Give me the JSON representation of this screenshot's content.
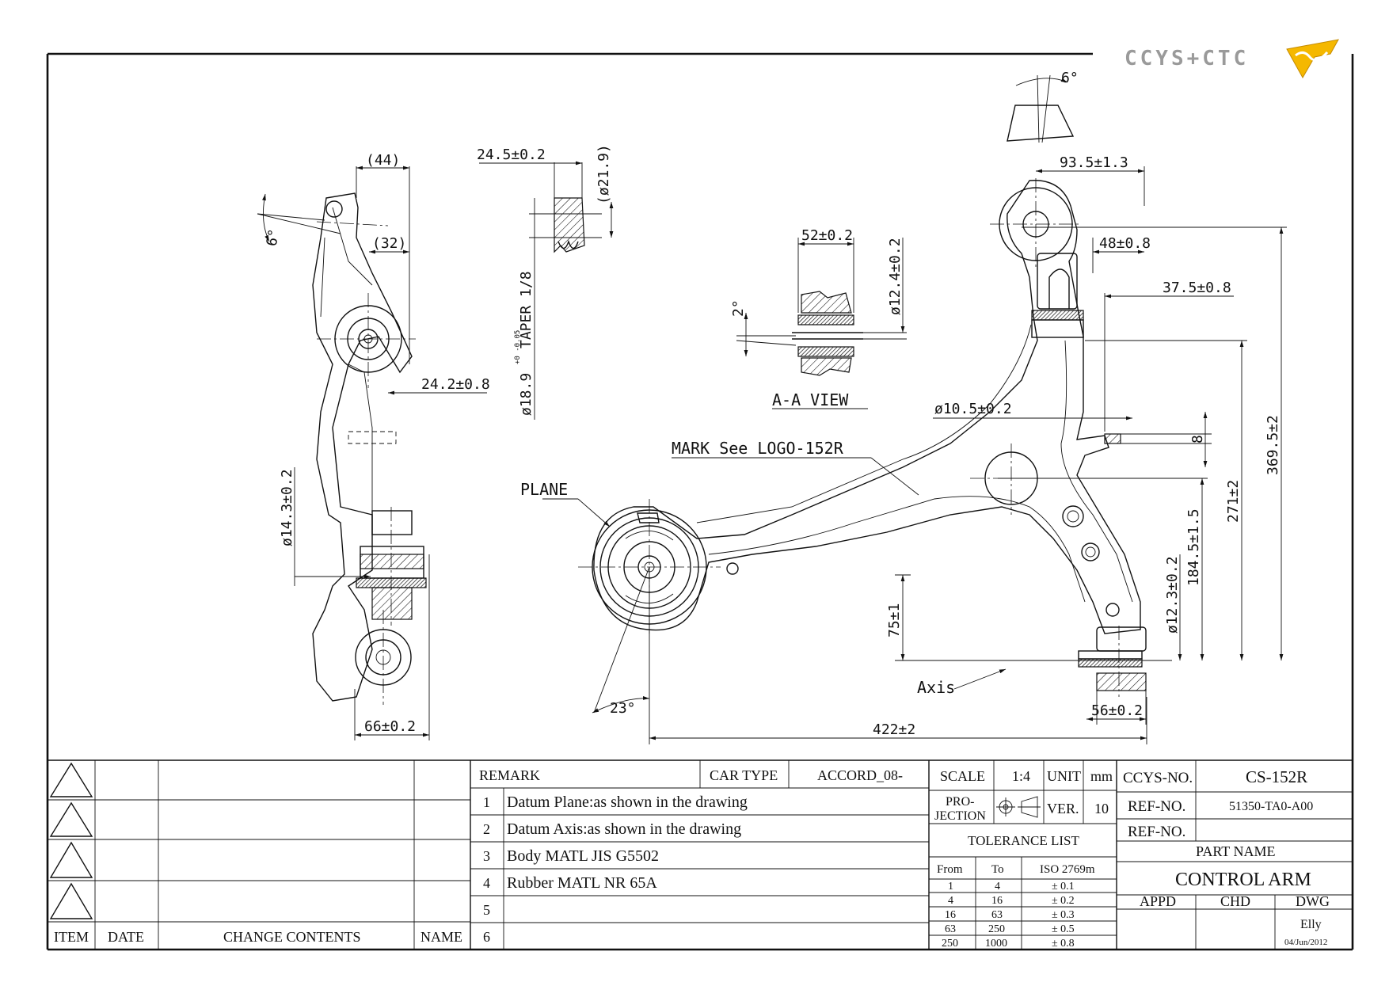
{
  "logo": {
    "text": "CCYS+CTC",
    "accent": "#f5b800"
  },
  "dimensions": {
    "d44": "(44)",
    "d32": "(32)",
    "d6a": "6°",
    "d6b": "6°",
    "d24_5": "24.5±0.2",
    "d21_9": "(ø21.9)",
    "taper": "ø18.9",
    "taper_tol": "+0 -0.05",
    "taper_label": "TAPER 1/8",
    "d52": "52±0.2",
    "d12_4": "ø12.4±0.2",
    "d2": "2°",
    "aa_view": "A-A VIEW",
    "d24_2": "24.2±0.8",
    "d14_3": "ø14.3±0.2",
    "d66": "66±0.2",
    "d93_5": "93.5±1.3",
    "d48": "48±0.8",
    "d37_5": "37.5±0.8",
    "d10_5": "ø10.5±0.2",
    "d8": "8",
    "mark": "MARK See LOGO-152R",
    "plane": "PLANE",
    "d369_5": "369.5±2",
    "d271": "271±2",
    "d184_5": "184.5±1.5",
    "d12_3": "ø12.3±0.2",
    "d75": "75±1",
    "axis": "Axis",
    "d23": "23°",
    "d56": "56±0.2",
    "d422": "422±2"
  },
  "revision_block": {
    "headers": [
      "ITEM",
      "DATE",
      "CHANGE CONTENTS",
      "NAME"
    ]
  },
  "remark_block": {
    "remark_label": "REMARK",
    "car_type_label": "CAR TYPE",
    "car_type": "ACCORD_08-",
    "notes": [
      {
        "no": "1",
        "text": "Datum Plane:as shown in the drawing"
      },
      {
        "no": "2",
        "text": "Datum Axis:as shown in the drawing"
      },
      {
        "no": "3",
        "text": "Body MATL JIS G5502"
      },
      {
        "no": "4",
        "text": "Rubber MATL NR 65A"
      },
      {
        "no": "5",
        "text": ""
      },
      {
        "no": "6",
        "text": ""
      }
    ]
  },
  "scale_block": {
    "scale_label": "SCALE",
    "scale": "1:4",
    "unit_label": "UNIT",
    "unit": "mm",
    "projection_label_1": "PRO-",
    "projection_label_2": "JECTION",
    "ver_label": "VER.",
    "ver": "10",
    "tolerance_title": "TOLERANCE LIST",
    "tol_headers": [
      "From",
      "To",
      "ISO 2769m"
    ],
    "tolerances": [
      [
        "1",
        "4",
        "± 0.1"
      ],
      [
        "4",
        "16",
        "± 0.2"
      ],
      [
        "16",
        "63",
        "± 0.3"
      ],
      [
        "63",
        "250",
        "± 0.5"
      ],
      [
        "250",
        "1000",
        "± 0.8"
      ]
    ]
  },
  "title_block": {
    "ccys_label": "CCYS-NO.",
    "ccys_no": "CS-152R",
    "ref_label_1": "REF-NO.",
    "ref_no_1": "51350-TA0-A00",
    "ref_label_2": "REF-NO.",
    "ref_no_2": "",
    "part_name_label": "PART NAME",
    "part_name": "CONTROL ARM",
    "appd": "APPD",
    "chd": "CHD",
    "dwg": "DWG",
    "drawer": "Elly",
    "date": "04/Jun/2012"
  }
}
